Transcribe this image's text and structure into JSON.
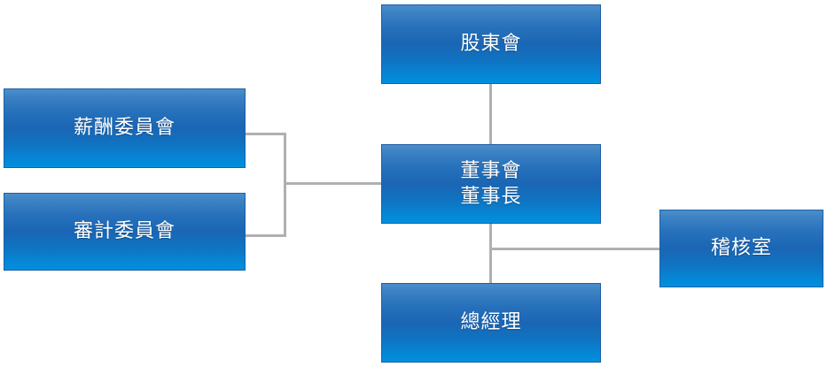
{
  "chart": {
    "type": "org-chart",
    "title": "",
    "accent_color": "#1a66b4",
    "node_gradient_top": "#4a8fcb",
    "node_gradient_mid": "#1a66b4",
    "node_gradient_bottom": "#0090de",
    "node_border_color": "#1f5fa6",
    "connector_color": "#b0b0b0",
    "label_color": "#ffffff",
    "background_color": "#ffffff"
  },
  "nodes": {
    "shareholders": {
      "label": "股東會"
    },
    "board": {
      "label": "董事會\n董事長"
    },
    "general_manager": {
      "label": "總經理"
    },
    "compensation_committee": {
      "label": "薪酬委員會"
    },
    "audit_committee": {
      "label": "審計委員會"
    },
    "audit_office": {
      "label": "稽核室"
    }
  },
  "connections": [
    {
      "from": "shareholders",
      "to": "board"
    },
    {
      "from": "board",
      "to": "general_manager"
    },
    {
      "from": "board",
      "to": "audit_office"
    },
    {
      "from": "compensation_committee",
      "to": "board"
    },
    {
      "from": "audit_committee",
      "to": "board"
    }
  ]
}
